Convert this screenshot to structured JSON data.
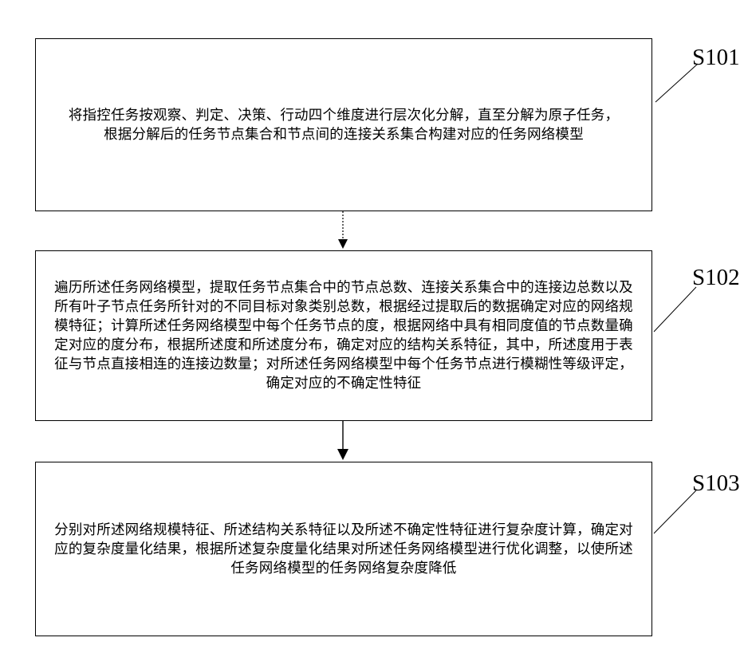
{
  "steps": [
    {
      "id": "S101",
      "label": "S101",
      "text": "将指控任务按观察、判定、决策、行动四个维度进行层次化分解，直至分解为原子任务，根据分解后的任务节点集合和节点间的连接关系集合构建对应的任务网络模型"
    },
    {
      "id": "S102",
      "label": "S102",
      "text": "遍历所述任务网络模型，提取任务节点集合中的节点总数、连接关系集合中的连接边总数以及所有叶子节点任务所针对的不同目标对象类别总数，根据经过提取后的数据确定对应的网络规模特征；计算所述任务网络模型中每个任务节点的度，根据网络中具有相同度值的节点数量确定对应的度分布，根据所述度和所述度分布，确定对应的结构关系特征，其中，所述度用于表征与节点直接相连的连接边数量；对所述任务网络模型中每个任务节点进行模糊性等级评定，确定对应的不确定性特征"
    },
    {
      "id": "S103",
      "label": "S103",
      "text": "分别对所述网络规模特征、所述结构关系特征以及所述不确定性特征进行复杂度计算，确定对应的复杂度量化结果，根据所述复杂度量化结果对所述任务网络模型进行优化调整，以使所述任务网络模型的任务网络复杂度降低"
    }
  ]
}
